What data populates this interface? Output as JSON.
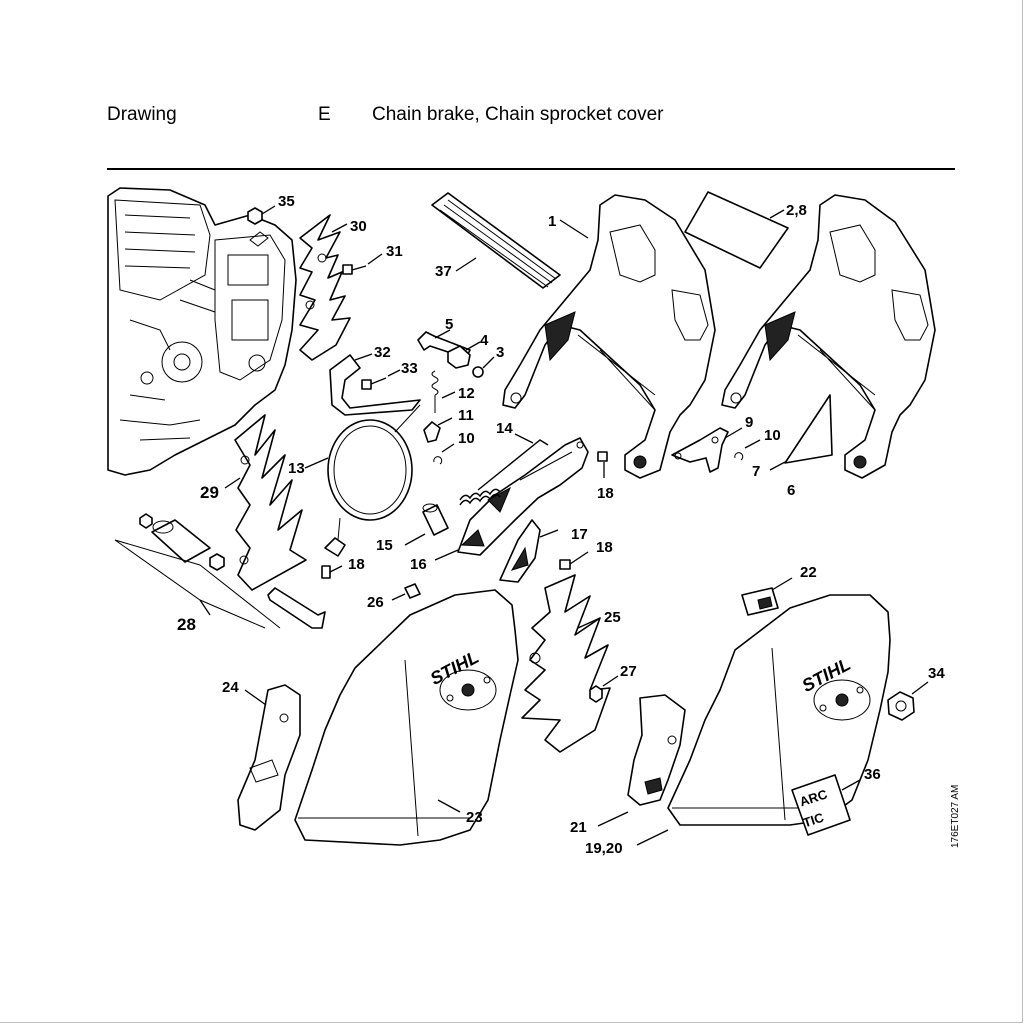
{
  "header": {
    "label": "Drawing",
    "code": "E",
    "title": "Chain brake, Chain sprocket cover"
  },
  "drawing_code": "176ET027 AM",
  "brand_text": "STIHL",
  "arctic_label": [
    "ARC",
    "TIC"
  ],
  "callouts": [
    "35",
    "30",
    "31",
    "37",
    "1",
    "2,8",
    "5",
    "4",
    "3",
    "32",
    "33",
    "12",
    "11",
    "10",
    "14",
    "9",
    "10",
    "13",
    "18",
    "7",
    "6",
    "29",
    "17",
    "15",
    "16",
    "18",
    "18",
    "22",
    "25",
    "26",
    "28",
    "27",
    "34",
    "24",
    "36",
    "23",
    "21",
    "19,20"
  ]
}
